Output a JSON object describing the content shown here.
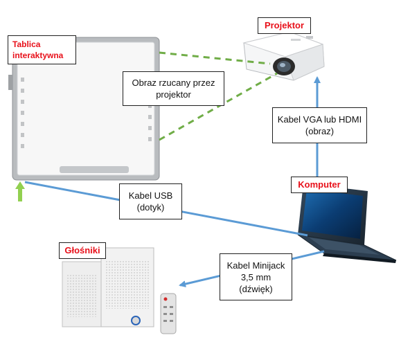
{
  "labels": {
    "board": "Tablica\ninteraktywna",
    "projector": "Projektor",
    "computer": "Komputer",
    "speakers": "Głośniki"
  },
  "connections": {
    "projection": "Obraz rzucany przez\nprojektor",
    "vga": "Kabel VGA lub HDMI\n(obraz)",
    "usb": "Kabel USB\n(dotyk)",
    "minijack": "Kabel Minijack\n3,5 mm\n(dźwięk)"
  },
  "colors": {
    "label_text": "#e8101a",
    "cable_line": "#5b9bd5",
    "projection_line": "#70ad47",
    "indicator_arrow": "#92d050"
  }
}
